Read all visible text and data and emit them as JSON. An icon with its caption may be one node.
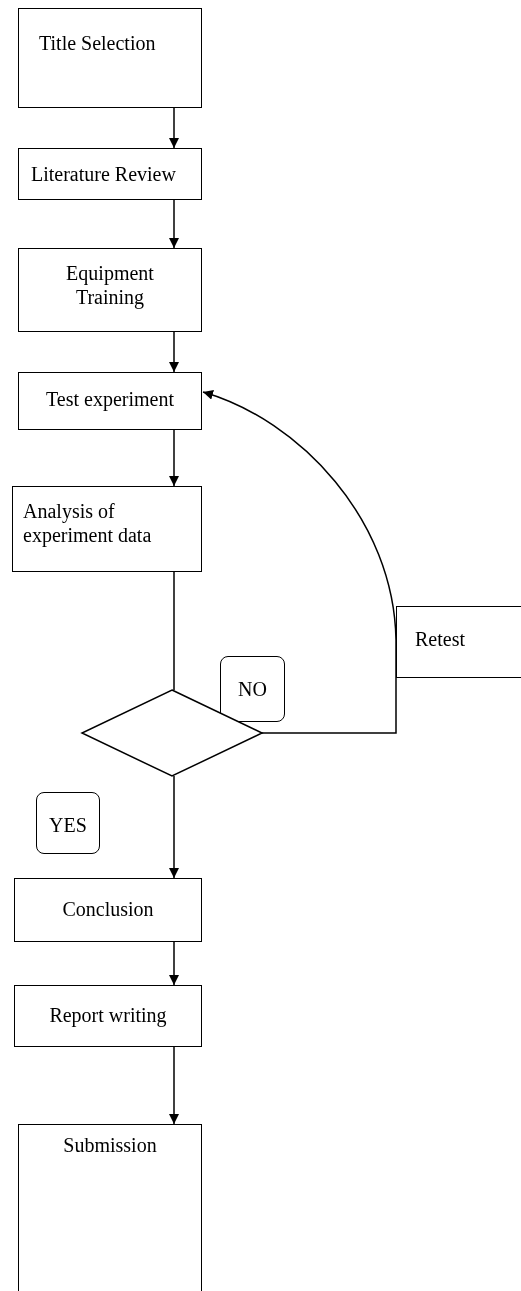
{
  "diagram": {
    "nodes": [
      {
        "text": [
          "Title Selection"
        ]
      },
      {
        "text": [
          "Literature Review"
        ]
      },
      {
        "text": [
          "Equipment Training"
        ]
      },
      {
        "text": [
          "Test experiment"
        ]
      },
      {
        "text": [
          "Analysis of experiment data"
        ]
      },
      {
        "text": [
          "Retest"
        ]
      },
      {
        "text": [
          "NO"
        ]
      },
      {
        "text": [],
        "shape": "diamond"
      },
      {
        "text": [
          "YES"
        ]
      },
      {
        "text": [
          "Conclusion"
        ]
      },
      {
        "text": [
          "Report writing"
        ]
      },
      {
        "text": [
          "Submission"
        ]
      }
    ],
    "edges": [
      {
        "from": 0,
        "to": 1,
        "arrow": "to"
      },
      {
        "from": 1,
        "to": 2,
        "arrow": "to"
      },
      {
        "from": 2,
        "to": 3,
        "arrow": "to"
      },
      {
        "from": 3,
        "to": 4,
        "arrow": "to"
      },
      {
        "from": 4,
        "to": 7,
        "arrow": "none"
      },
      {
        "from": 7,
        "to": 3,
        "arrow": "to"
      },
      {
        "from": 7,
        "to": 9,
        "arrow": "to"
      },
      {
        "from": 9,
        "to": 10,
        "arrow": "to"
      },
      {
        "from": 10,
        "to": 11,
        "arrow": "to"
      }
    ]
  }
}
